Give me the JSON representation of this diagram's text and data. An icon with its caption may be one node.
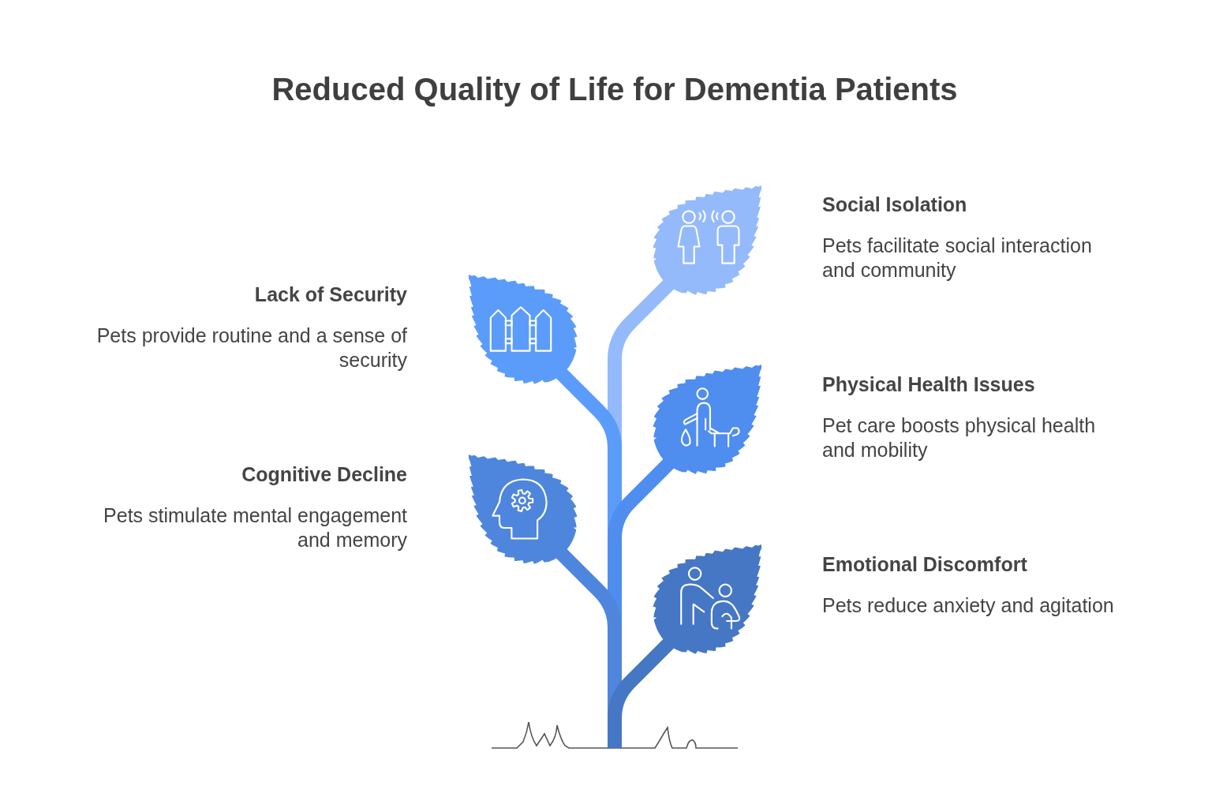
{
  "diagram": {
    "title": "Reduced Quality of Life for Dementia Patients",
    "nodes": [
      {
        "text": [],
        "shape": "leaf",
        "beside": [
          "Social Isolation",
          "Pets facilitate social interaction and community"
        ]
      },
      {
        "text": [],
        "shape": "leaf",
        "beside": [
          "Lack of Security",
          "Pets provide routine and a sense of security"
        ]
      },
      {
        "text": [],
        "shape": "leaf",
        "beside": [
          "Physical Health Issues",
          "Pet care boosts physical health and mobility"
        ]
      },
      {
        "text": [],
        "shape": "leaf",
        "beside": [
          "Cognitive Decline",
          "Pets stimulate mental engagement and memory"
        ]
      },
      {
        "text": [],
        "shape": "leaf",
        "beside": [
          "Emotional Discomfort",
          "Pets reduce anxiety and agitation"
        ]
      }
    ]
  }
}
